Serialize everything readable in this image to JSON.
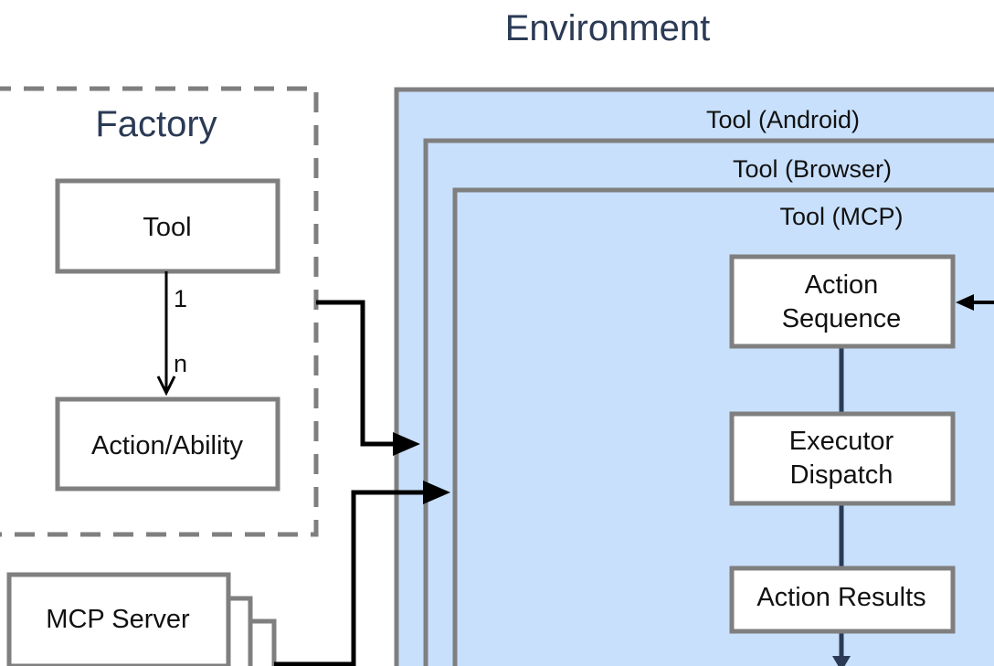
{
  "environment": {
    "title": "Environment",
    "tools": [
      {
        "label": "Tool (Android)"
      },
      {
        "label": "Tool (Browser)"
      },
      {
        "label": "Tool (MCP)"
      }
    ],
    "pipeline": {
      "action_sequence": [
        "Action",
        "Sequence"
      ],
      "executor_dispatch": [
        "Executor",
        "Dispatch"
      ],
      "action_results": "Action Results"
    }
  },
  "factory": {
    "title": "Factory",
    "tool": "Tool",
    "relation": {
      "from": "1",
      "to": "n"
    },
    "action_ability": "Action/Ability"
  },
  "mcp_server": {
    "label": "MCP Server"
  },
  "colors": {
    "env_fill": "#c8e0fb",
    "border_gray": "#7f7f7f",
    "pipeline_line": "#2b3a55",
    "title_text": "#2b3a55"
  }
}
